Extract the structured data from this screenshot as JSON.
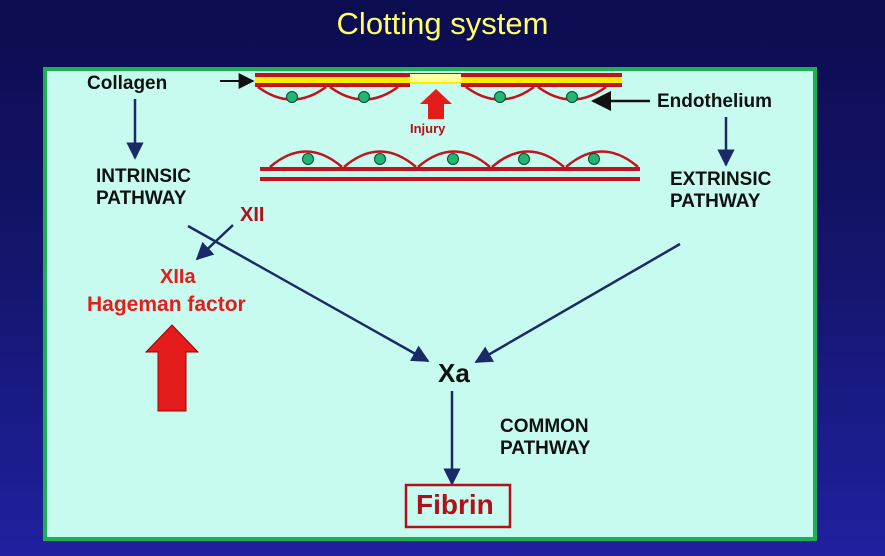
{
  "title": "Clotting system",
  "labels": {
    "collagen": "Collagen",
    "endothelium": "Endothelium",
    "injury": "Injury",
    "intrinsic_line1": "INTRINSIC",
    "intrinsic_line2": "PATHWAY",
    "extrinsic_line1": "EXTRINSIC",
    "extrinsic_line2": "PATHWAY",
    "factor_xii": "XII",
    "factor_xiia": "XIIa",
    "hageman": "Hageman factor",
    "xa": "Xa",
    "common_line1": "COMMON",
    "common_line2": "PATHWAY",
    "fibrin": "Fibrin"
  },
  "colors": {
    "title": "#ffff66",
    "panel_background": "#c8fbf0",
    "panel_border": "#1fae52",
    "arrow": "#1a2a66",
    "vessel": "#c0141e",
    "collagen_layer": "#ffee00",
    "cell_nucleus": "#22b573",
    "highlight_red": "#e41c1c"
  }
}
